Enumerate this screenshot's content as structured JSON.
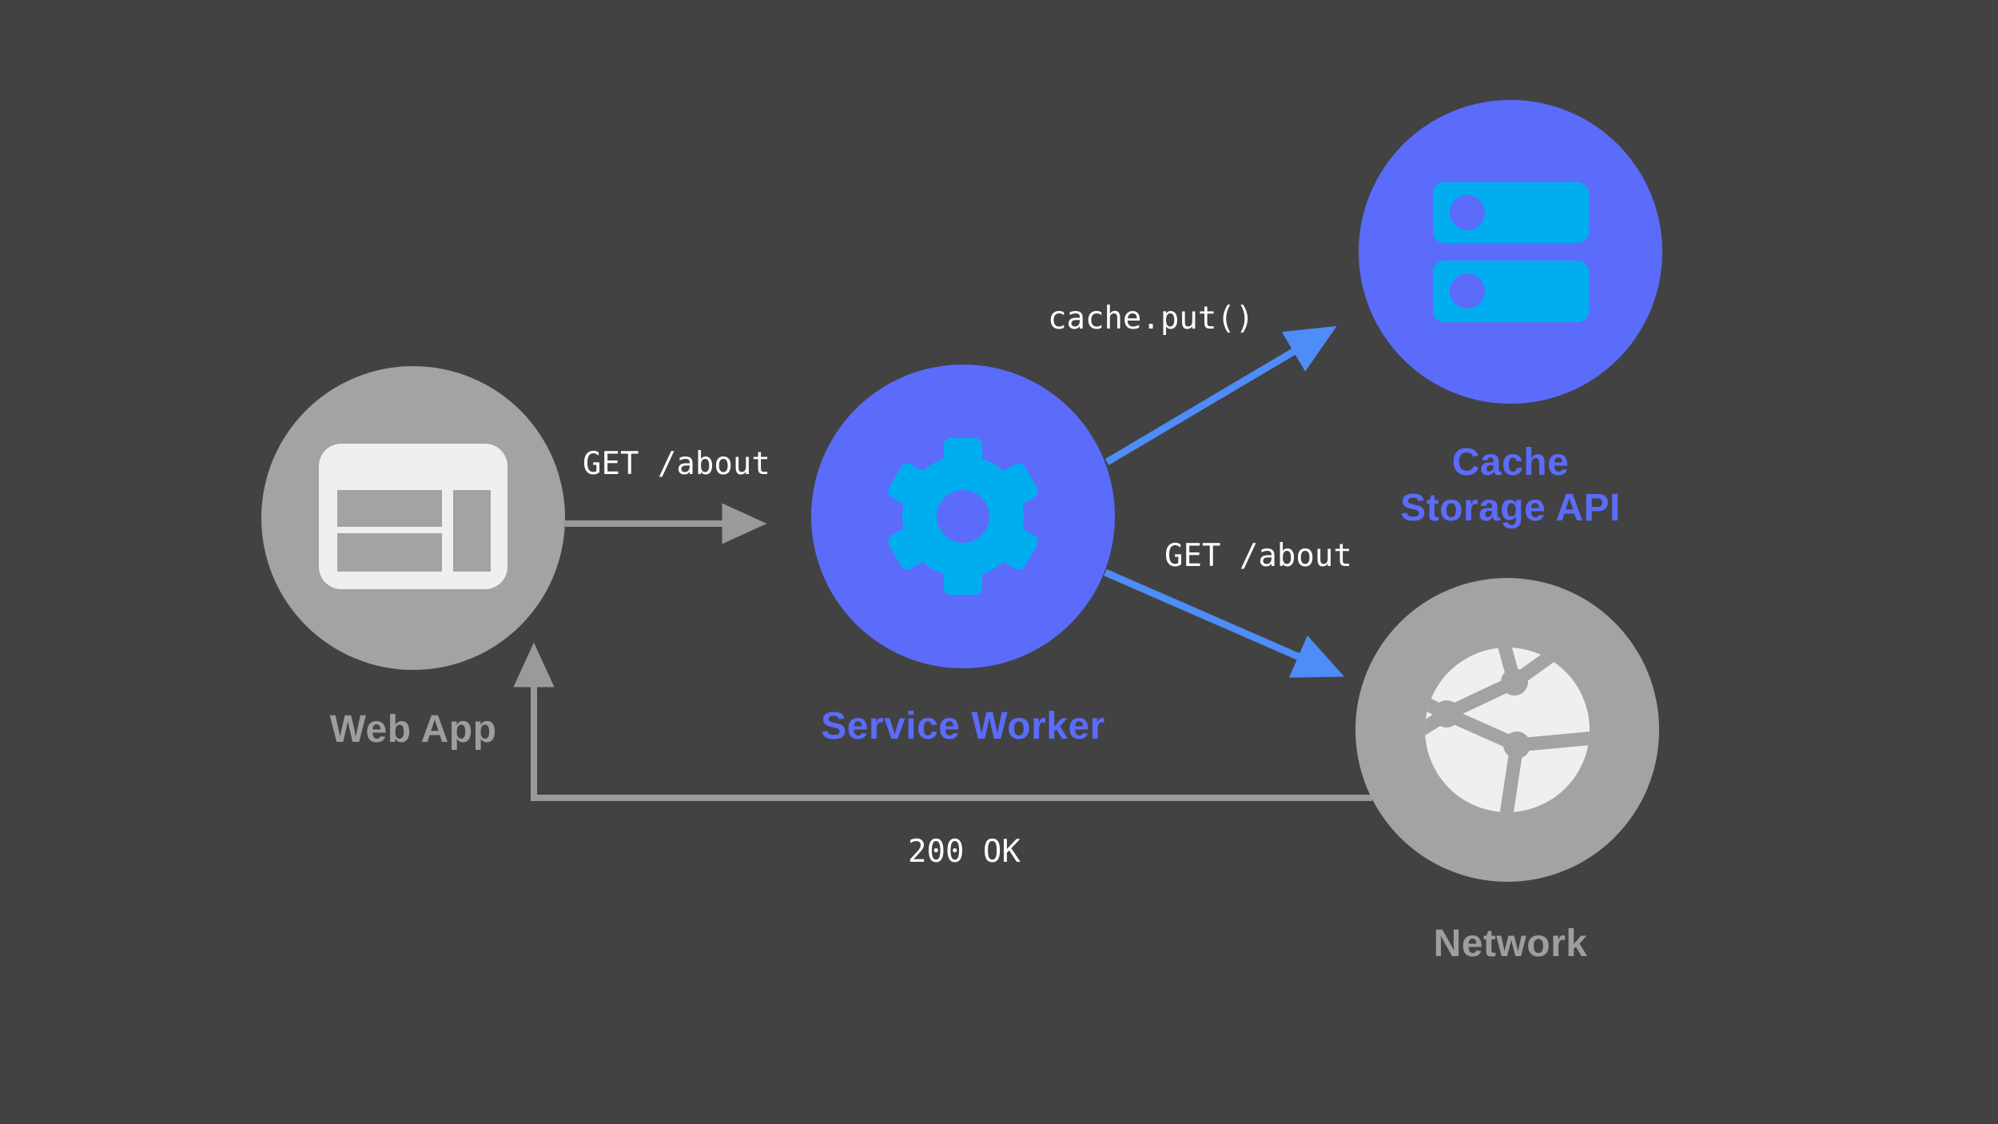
{
  "diagram": {
    "background_color": "#424242",
    "nodes": [
      {
        "id": "web-app",
        "label": "Web App",
        "icon": "browser-window-icon",
        "circle_color": "#A3A3A3",
        "label_color": "#9E9E9E"
      },
      {
        "id": "service-worker",
        "label": "Service Worker",
        "icon": "gear-icon",
        "circle_color": "#5B6CFA",
        "label_color": "#5B6CFA"
      },
      {
        "id": "cache-storage-api",
        "label_lines": [
          "Cache",
          "Storage API"
        ],
        "icon": "server-stack-icon",
        "circle_color": "#5B6CFA",
        "label_color": "#5B6CFA"
      },
      {
        "id": "network",
        "label": "Network",
        "icon": "globe-network-icon",
        "circle_color": "#A3A3A3",
        "label_color": "#9E9E9E"
      }
    ],
    "edges": [
      {
        "id": "request",
        "label": "GET /about",
        "from": "web-app",
        "to": "service-worker",
        "color": "#9A9A9A"
      },
      {
        "id": "cache-put",
        "label": "cache.put()",
        "from": "service-worker",
        "to": "cache-storage-api",
        "color": "#4E8CF7"
      },
      {
        "id": "network-fetch",
        "label": "GET /about",
        "from": "service-worker",
        "to": "network",
        "color": "#4E8CF7"
      },
      {
        "id": "response",
        "label": "200 OK",
        "from": "network",
        "to": "web-app",
        "color": "#9A9A9A"
      }
    ],
    "icon_colors": {
      "cyan": "#00AEF0",
      "white": "#EFEFEF",
      "gray": "#A3A3A3",
      "blue": "#5B6CFA"
    },
    "code_text_color": "#FFFFFF"
  }
}
